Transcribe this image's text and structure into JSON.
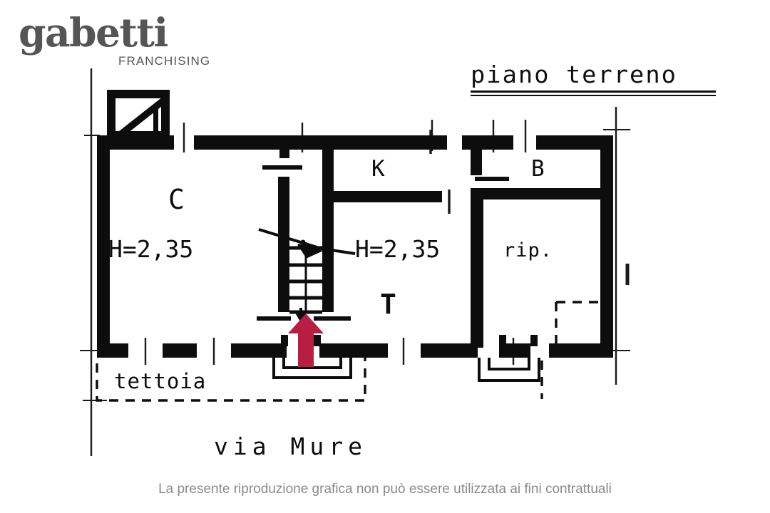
{
  "brand": {
    "wordmark": "gabetti",
    "subwordmark": "FRANCHISING",
    "color": "#555555"
  },
  "plan": {
    "title": "piano  terreno",
    "title_underline": true,
    "street_label": "via  Mure",
    "outdoor_label": "tettoia",
    "entrance_marker_color": "#b81d42",
    "line_color": "#0d0d0d",
    "background": "#ffffff",
    "rooms": [
      {
        "id": "living",
        "label": "C",
        "height_note": "H=2,35"
      },
      {
        "id": "kitchen",
        "label": "K",
        "height_note": ""
      },
      {
        "id": "hall",
        "label": "",
        "height_note": "H=2,35"
      },
      {
        "id": "bath",
        "label": "B",
        "height_note": ""
      },
      {
        "id": "storage",
        "label": "rip.",
        "height_note": ""
      }
    ],
    "marks": {
      "stair_direction": "T",
      "stair_treads": 5
    }
  },
  "disclaimer": "La presente riproduzione grafica non può essere utilizzata ai fini contrattuali"
}
